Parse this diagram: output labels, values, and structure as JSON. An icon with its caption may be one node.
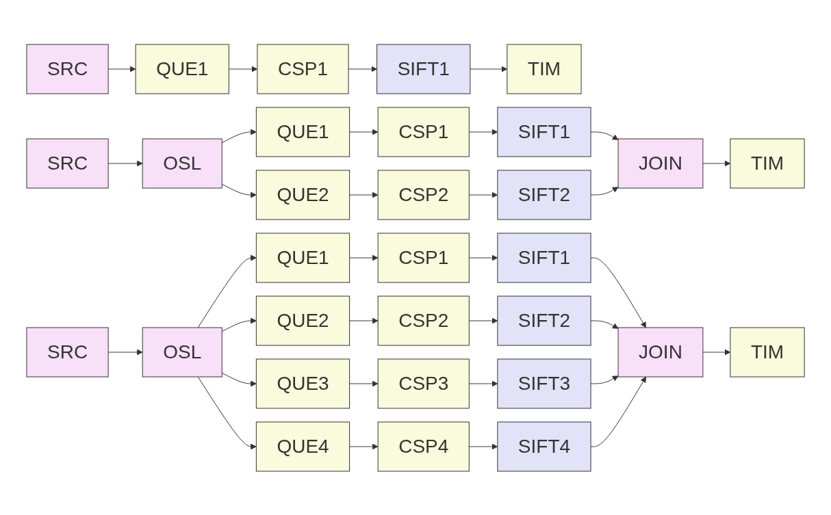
{
  "diagram": {
    "nodes": [
      {
        "text": [
          "SRC"
        ]
      },
      {
        "text": [
          "QUE1"
        ]
      },
      {
        "text": [
          "CSP1"
        ]
      },
      {
        "text": [
          "SIFT1"
        ]
      },
      {
        "text": [
          "TIM"
        ]
      },
      {
        "text": [
          "SRC"
        ]
      },
      {
        "text": [
          "OSL"
        ]
      },
      {
        "text": [
          "QUE1"
        ]
      },
      {
        "text": [
          "QUE2"
        ]
      },
      {
        "text": [
          "CSP1"
        ]
      },
      {
        "text": [
          "CSP2"
        ]
      },
      {
        "text": [
          "SIFT1"
        ]
      },
      {
        "text": [
          "SIFT2"
        ]
      },
      {
        "text": [
          "JOIN"
        ]
      },
      {
        "text": [
          "TIM"
        ]
      },
      {
        "text": [
          "SRC"
        ]
      },
      {
        "text": [
          "OSL"
        ]
      },
      {
        "text": [
          "QUE1"
        ]
      },
      {
        "text": [
          "QUE2"
        ]
      },
      {
        "text": [
          "QUE3"
        ]
      },
      {
        "text": [
          "QUE4"
        ]
      },
      {
        "text": [
          "CSP1"
        ]
      },
      {
        "text": [
          "CSP2"
        ]
      },
      {
        "text": [
          "CSP3"
        ]
      },
      {
        "text": [
          "CSP4"
        ]
      },
      {
        "text": [
          "SIFT1"
        ]
      },
      {
        "text": [
          "SIFT2"
        ]
      },
      {
        "text": [
          "SIFT3"
        ]
      },
      {
        "text": [
          "SIFT4"
        ]
      },
      {
        "text": [
          "JOIN"
        ]
      },
      {
        "text": [
          "TIM"
        ]
      }
    ],
    "edges": [
      {
        "from": 0,
        "to": 1,
        "arrow": "to"
      },
      {
        "from": 1,
        "to": 2,
        "arrow": "to"
      },
      {
        "from": 2,
        "to": 3,
        "arrow": "to"
      },
      {
        "from": 3,
        "to": 4,
        "arrow": "to"
      },
      {
        "from": 5,
        "to": 6,
        "arrow": "to"
      },
      {
        "from": 6,
        "to": 7,
        "arrow": "to"
      },
      {
        "from": 6,
        "to": 8,
        "arrow": "to"
      },
      {
        "from": 7,
        "to": 9,
        "arrow": "to"
      },
      {
        "from": 8,
        "to": 10,
        "arrow": "to"
      },
      {
        "from": 9,
        "to": 11,
        "arrow": "to"
      },
      {
        "from": 10,
        "to": 12,
        "arrow": "to"
      },
      {
        "from": 11,
        "to": 13,
        "arrow": "to"
      },
      {
        "from": 12,
        "to": 13,
        "arrow": "to"
      },
      {
        "from": 13,
        "to": 14,
        "arrow": "to"
      },
      {
        "from": 15,
        "to": 16,
        "arrow": "to"
      },
      {
        "from": 16,
        "to": 17,
        "arrow": "to"
      },
      {
        "from": 16,
        "to": 18,
        "arrow": "to"
      },
      {
        "from": 16,
        "to": 19,
        "arrow": "to"
      },
      {
        "from": 16,
        "to": 20,
        "arrow": "to"
      },
      {
        "from": 17,
        "to": 21,
        "arrow": "to"
      },
      {
        "from": 18,
        "to": 22,
        "arrow": "to"
      },
      {
        "from": 19,
        "to": 23,
        "arrow": "to"
      },
      {
        "from": 20,
        "to": 24,
        "arrow": "to"
      },
      {
        "from": 21,
        "to": 25,
        "arrow": "to"
      },
      {
        "from": 22,
        "to": 26,
        "arrow": "to"
      },
      {
        "from": 23,
        "to": 27,
        "arrow": "to"
      },
      {
        "from": 24,
        "to": 28,
        "arrow": "to"
      },
      {
        "from": 25,
        "to": 29,
        "arrow": "to"
      },
      {
        "from": 26,
        "to": 29,
        "arrow": "to"
      },
      {
        "from": 27,
        "to": 29,
        "arrow": "to"
      },
      {
        "from": 28,
        "to": 29,
        "arrow": "to"
      },
      {
        "from": 29,
        "to": 30,
        "arrow": "to"
      }
    ]
  }
}
